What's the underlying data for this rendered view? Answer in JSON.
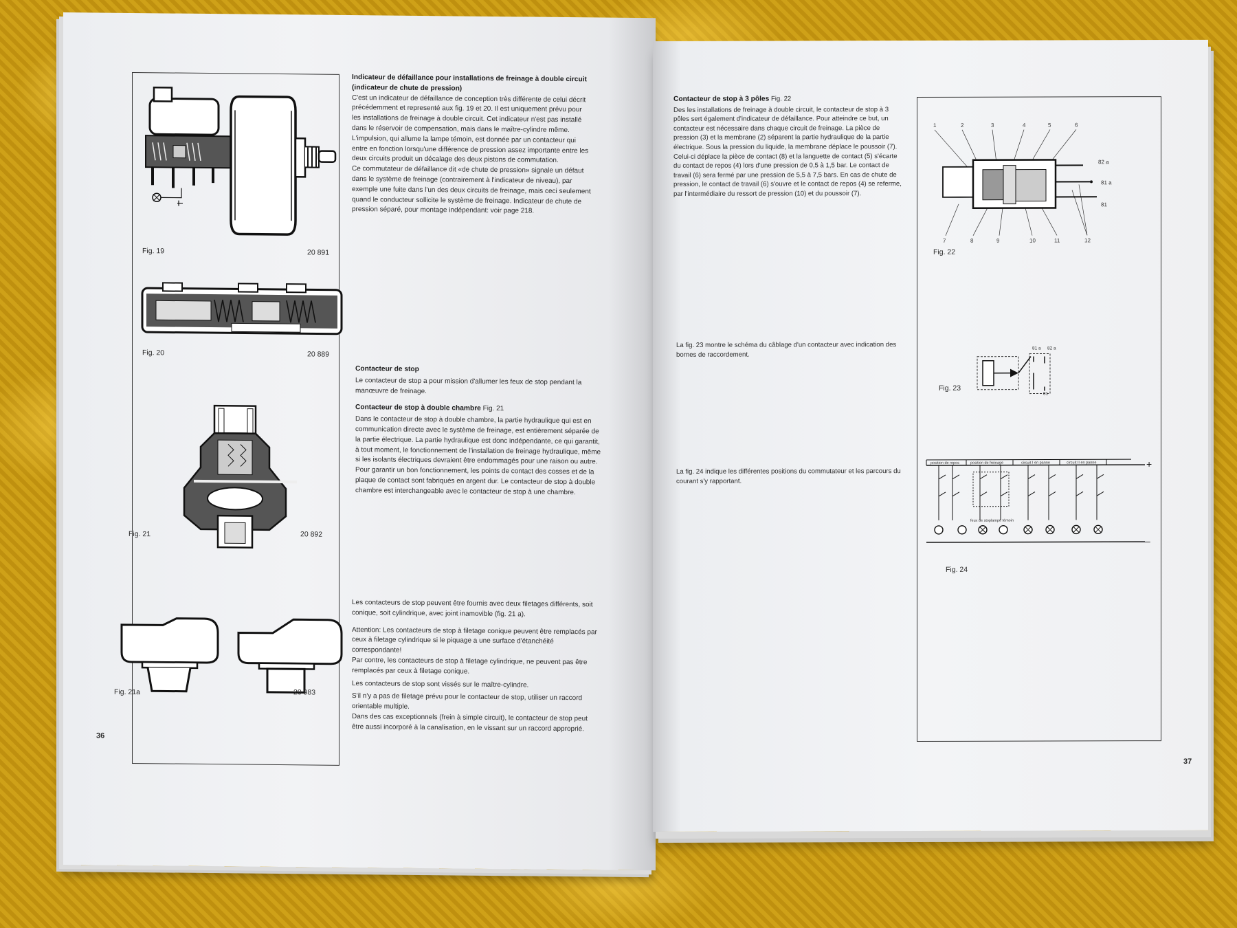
{
  "left_page": {
    "page_number": "36",
    "figures": [
      {
        "caption": "Fig. 19",
        "number": "20 891"
      },
      {
        "caption": "Fig. 20",
        "number": "20 889"
      },
      {
        "caption": "Fig. 21",
        "number": "20 892"
      },
      {
        "caption": "Fig. 21a",
        "number": "20 983"
      }
    ],
    "section1_heading": "Indicateur de défaillance pour installations de freinage à double circuit (indicateur de chute de pression)",
    "section1_para1": "C'est un indicateur de défaillance de conception très différente de celui décrit précédemment et representé aux fig. 19 et 20. Il est uniquement prévu pour les installations de freinage à double circuit. Cet indicateur n'est pas installé dans le réservoir de compensation, mais dans le maître-cylindre même.",
    "section1_para2": "L'impulsion, qui allume la lampe témoin, est donnée par un contacteur qui entre en fonction lorsqu'une différence de pression assez importante entre les deux circuits produit un décalage des deux pistons de commutation.",
    "section1_para3": "Ce commutateur de défaillance dit «de chute de pression» signale un défaut dans le système de freinage (contrairement à l'indicateur de niveau), par exemple une fuite dans l'un des deux circuits de freinage, mais ceci seulement quand le conducteur sollicite le système de freinage. Indicateur de chute de pression séparé, pour montage indépendant: voir page 218.",
    "section2_heading": "Contacteur de stop",
    "section2_para": "Le contacteur de stop a pour mission d'allumer les feux de stop pendant la manœuvre de freinage.",
    "section3_heading": "Contacteur de stop à double chambre",
    "section3_figref": "Fig. 21",
    "section3_para": "Dans le contacteur de stop à double chambre, la partie hydraulique qui est en communication directe avec le système de freinage, est entièrement séparée de la partie électrique. La partie hydraulique est donc indépendante, ce qui garantit, à tout moment, le fonctionnement de l'installation de freinage hydraulique, même si les isolants électriques devraient être endommagés pour une raison ou autre. Pour garantir un bon fonctionnement, les points de contact des cosses et de la plaque de contact sont fabriqués en argent dur. Le contacteur de stop à double chambre est interchangeable avec le contacteur de stop à une chambre.",
    "section4_para1": "Les contacteurs de stop peuvent être fournis avec deux filetages différents, soit conique, soit cylindrique, avec joint inamovible (fig. 21 a).",
    "section4_para2": "Attention: Les contacteurs de stop à filetage conique peuvent être remplacés par ceux à filetage cylindrique si le piquage a une surface d'étanchéité correspondante!",
    "section4_para3": "Par contre, les contacteurs de stop à filetage cylindrique, ne peuvent pas être remplacés par ceux à filetage conique.",
    "section4_para4": "Les contacteurs de stop sont vissés sur le maître-cylindre.",
    "section4_para5": "S'il n'y a pas de filetage prévu pour le contacteur de stop, utiliser un raccord orientable multiple.",
    "section4_para6": "Dans des cas exceptionnels (frein à simple circuit), le contacteur de stop peut être aussi incorporé à la canalisation, en le vissant sur un raccord approprié."
  },
  "right_page": {
    "page_number": "37",
    "heading": "Contacteur de stop à 3 pôles",
    "heading_figref": "Fig. 22",
    "para1": "Des les installations de freinage à double circuit, le contacteur de stop à 3 pôles sert également d'indicateur de défaillance. Pour atteindre ce but, un contacteur est nécessaire dans chaque circuit de freinage. La pièce de pression (3) et la membrane (2) séparent la partie hydraulique de la partie électrique. Sous la pression du liquide, la membrane déplace le poussoir (7). Celui-ci déplace la pièce de contact (8) et la languette de contact (5) s'écarte du contact de repos (4) lors d'une pression de 0,5 à 1,5 bar. Le contact de travail (6) sera fermé par une pression de 5,5 à 7,5 bars. En cas de chute de pression, le contact de travail (6) s'ouvre et le contact de repos (4) se referme, par l'intermédiaire du ressort de pression (10) et du poussoir (7).",
    "para2": "La fig. 23 montre le schéma du câblage d'un contacteur avec indication des bornes de raccordement.",
    "para3": "La fig. 24 indique les différentes positions du commutateur et les parcours du courant s'y rapportant.",
    "fig22": {
      "caption": "Fig. 22",
      "callouts_top": [
        "1",
        "2",
        "3",
        "4",
        "5",
        "6"
      ],
      "callouts_bottom": [
        "7",
        "8",
        "9",
        "10",
        "11",
        "12"
      ],
      "terminals": [
        "82 a",
        "81 a",
        "81"
      ]
    },
    "fig23": {
      "caption": "Fig. 23",
      "terminals": [
        "81 a",
        "82 a",
        "81"
      ]
    },
    "fig24": {
      "caption": "Fig. 24",
      "column_headers": [
        "position de repos",
        "position de freinage",
        "circuit I en panne",
        "circuit II en panne"
      ],
      "lamp_labels": [
        "feux de stop",
        "lampe témoin"
      ],
      "plus": "+",
      "minus": "–"
    }
  }
}
